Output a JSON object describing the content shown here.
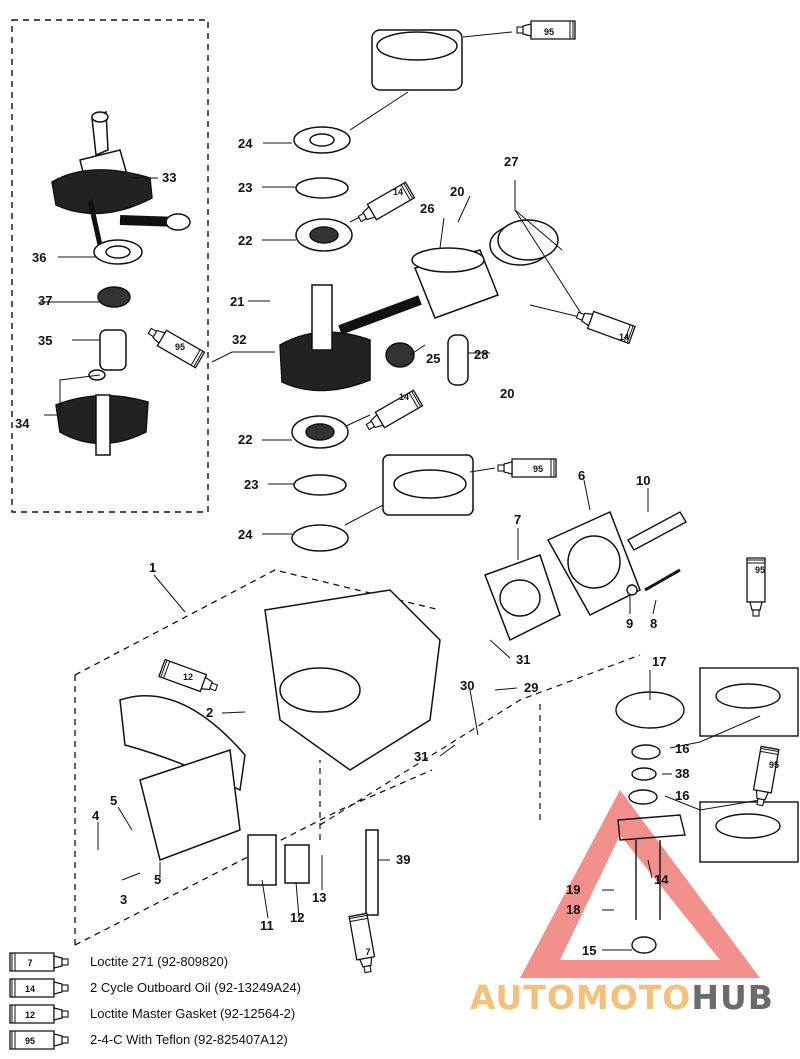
{
  "diagram": {
    "part_labels": [
      {
        "id": "l33",
        "text": "33"
      },
      {
        "id": "l36",
        "text": "36"
      },
      {
        "id": "l37",
        "text": "37"
      },
      {
        "id": "l35",
        "text": "35"
      },
      {
        "id": "l34",
        "text": "34"
      },
      {
        "id": "l24a",
        "text": "24"
      },
      {
        "id": "l23a",
        "text": "23"
      },
      {
        "id": "l22a",
        "text": "22"
      },
      {
        "id": "l21",
        "text": "21"
      },
      {
        "id": "l32",
        "text": "32"
      },
      {
        "id": "l20a",
        "text": "20"
      },
      {
        "id": "l26",
        "text": "26"
      },
      {
        "id": "l27",
        "text": "27"
      },
      {
        "id": "l25",
        "text": "25"
      },
      {
        "id": "l28",
        "text": "28"
      },
      {
        "id": "l20b",
        "text": "20"
      },
      {
        "id": "l22b",
        "text": "22"
      },
      {
        "id": "l23b",
        "text": "23"
      },
      {
        "id": "l24b",
        "text": "24"
      },
      {
        "id": "l6",
        "text": "6"
      },
      {
        "id": "l10",
        "text": "10"
      },
      {
        "id": "l7",
        "text": "7"
      },
      {
        "id": "l1",
        "text": "1"
      },
      {
        "id": "l9",
        "text": "9"
      },
      {
        "id": "l8",
        "text": "8"
      },
      {
        "id": "l31a",
        "text": "31"
      },
      {
        "id": "l17",
        "text": "17"
      },
      {
        "id": "l30",
        "text": "30"
      },
      {
        "id": "l29",
        "text": "29"
      },
      {
        "id": "l2",
        "text": "2"
      },
      {
        "id": "l31b",
        "text": "31"
      },
      {
        "id": "l16a",
        "text": "16"
      },
      {
        "id": "l38",
        "text": "38"
      },
      {
        "id": "l16b",
        "text": "16"
      },
      {
        "id": "l5a",
        "text": "5"
      },
      {
        "id": "l4",
        "text": "4"
      },
      {
        "id": "l5b",
        "text": "5"
      },
      {
        "id": "l3",
        "text": "3"
      },
      {
        "id": "l13",
        "text": "13"
      },
      {
        "id": "l39",
        "text": "39"
      },
      {
        "id": "l11",
        "text": "11"
      },
      {
        "id": "l12",
        "text": "12"
      },
      {
        "id": "l14",
        "text": "14"
      },
      {
        "id": "l19",
        "text": "19"
      },
      {
        "id": "l18",
        "text": "18"
      },
      {
        "id": "l15",
        "text": "15"
      }
    ],
    "tube_labels": [
      {
        "id": "t95a",
        "text": "95"
      },
      {
        "id": "t14a",
        "text": "14"
      },
      {
        "id": "t95b",
        "text": "95"
      },
      {
        "id": "t14b",
        "text": "14"
      },
      {
        "id": "t14c",
        "text": "14"
      },
      {
        "id": "t95c",
        "text": "95"
      },
      {
        "id": "t12",
        "text": "12"
      },
      {
        "id": "t95d",
        "text": "95"
      },
      {
        "id": "t95e",
        "text": "95"
      },
      {
        "id": "t7",
        "text": "7"
      }
    ]
  },
  "legend": [
    {
      "code": "7",
      "text": "Loctite 271 (92-809820)"
    },
    {
      "code": "14",
      "text": "2 Cycle Outboard Oil (92-13249A24)"
    },
    {
      "code": "12",
      "text": "Loctite Master Gasket (92-12564-2)"
    },
    {
      "code": "95",
      "text": "2-4-C  With Teflon (92-825407A12)"
    }
  ],
  "brand": {
    "part1": "AUTOMOTO",
    "part2": "HUB"
  },
  "colors": {
    "line": "#111111",
    "watermark_red": "#e8352e",
    "watermark_orange": "#f5c07a",
    "watermark_gray": "#6b6b6b"
  }
}
